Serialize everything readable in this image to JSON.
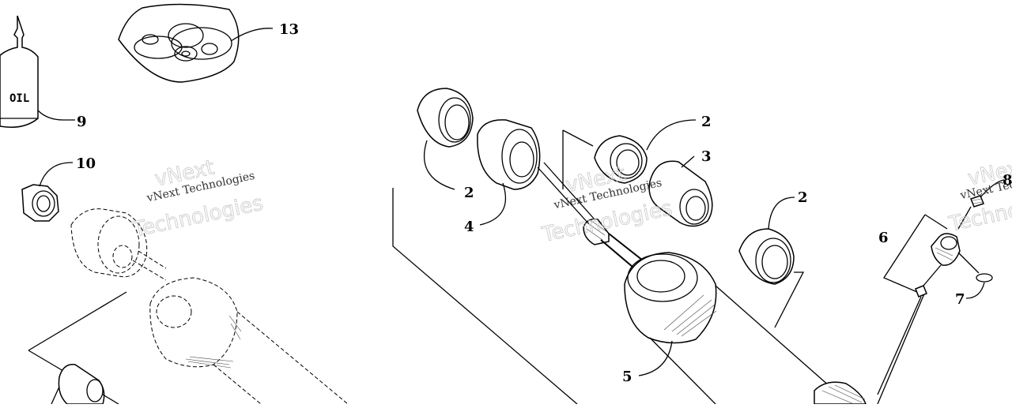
{
  "diagram": {
    "bottle_label": "OIL",
    "callouts": [
      {
        "id": "13",
        "label": "13"
      },
      {
        "id": "9",
        "label": "9"
      },
      {
        "id": "10",
        "label": "10"
      },
      {
        "id": "2a",
        "label": "2"
      },
      {
        "id": "4",
        "label": "4"
      },
      {
        "id": "2b",
        "label": "2"
      },
      {
        "id": "3",
        "label": "3"
      },
      {
        "id": "2c",
        "label": "2"
      },
      {
        "id": "6",
        "label": "6"
      },
      {
        "id": "7",
        "label": "7"
      },
      {
        "id": "8",
        "label": "8"
      },
      {
        "id": "5",
        "label": "5"
      }
    ],
    "watermarks": [
      {
        "line1": "vNext",
        "line2": "vNext Technologies",
        "line3": "Technologies"
      },
      {
        "line1": "vNext",
        "line2": "vNext Technologies",
        "line3": "Technologies"
      },
      {
        "line1": "vNext",
        "line2": "vNext Technologies",
        "line3": "Technologies"
      }
    ]
  }
}
